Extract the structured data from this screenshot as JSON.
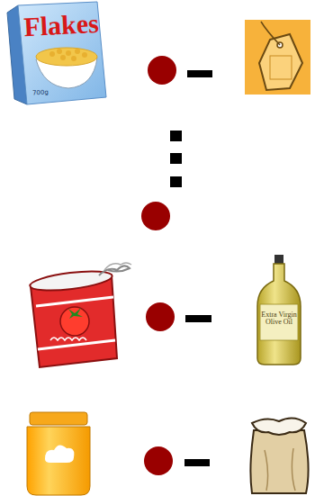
{
  "diagram": {
    "labels": [
      "Flakes",
      "700g",
      "Extra Virgin Olive Oil"
    ]
  }
}
